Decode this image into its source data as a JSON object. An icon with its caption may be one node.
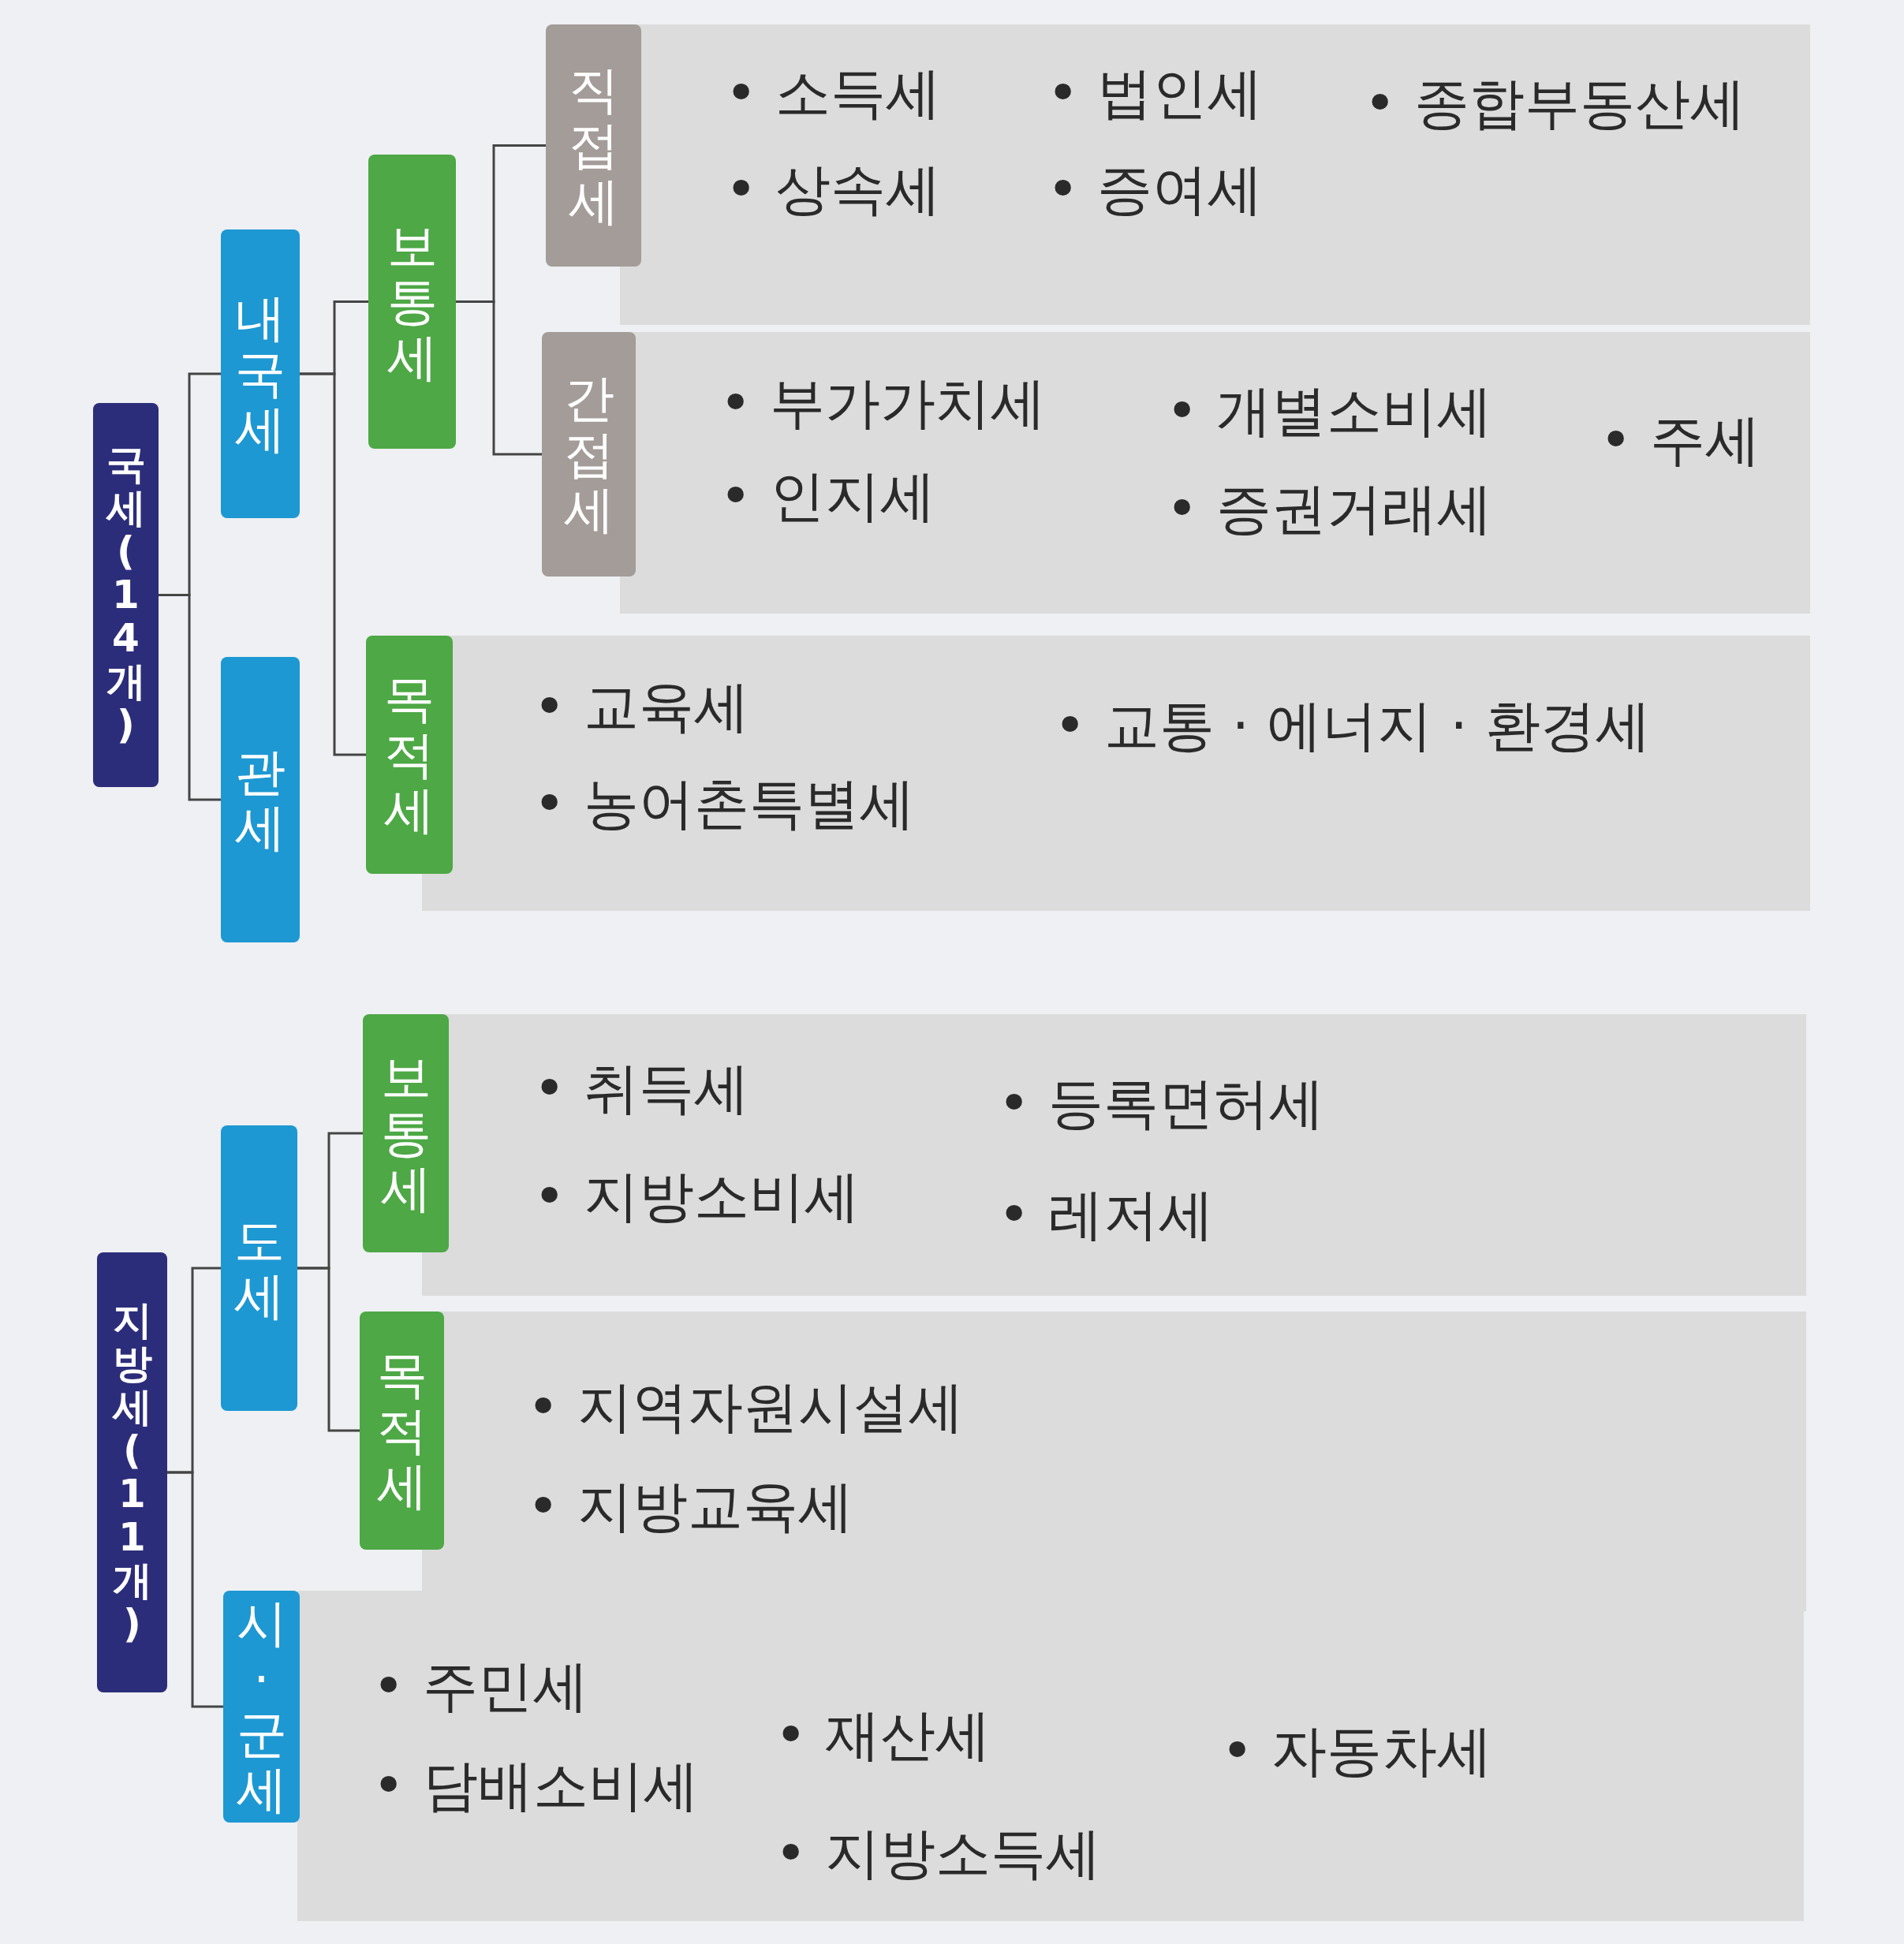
{
  "diagram": {
    "nodes": [
      {
        "text": [
          "국세(14개)"
        ]
      },
      {
        "text": [
          "내국세"
        ]
      },
      {
        "text": [
          "관세"
        ]
      },
      {
        "text": [
          "보통세"
        ]
      },
      {
        "text": [
          "직접세"
        ]
      },
      {
        "text": [
          "• 소득세",
          "• 법인세",
          "• 종합부동산세",
          "• 상속세",
          "• 증여세"
        ]
      },
      {
        "text": [
          "간접세"
        ]
      },
      {
        "text": [
          "• 부가가치세",
          "• 개별소비세",
          "• 주세",
          "• 인지세",
          "• 증권거래세"
        ]
      },
      {
        "text": [
          "목적세"
        ]
      },
      {
        "text": [
          "• 교육세",
          "• 교통 · 에너지 · 환경세",
          "• 농어촌특별세"
        ]
      },
      {
        "text": [
          "지방세(11개)"
        ]
      },
      {
        "text": [
          "도세"
        ]
      },
      {
        "text": [
          "보통세"
        ]
      },
      {
        "text": [
          "• 취득세",
          "• 등록면허세",
          "• 지방소비세",
          "• 레저세"
        ]
      },
      {
        "text": [
          "목적세"
        ]
      },
      {
        "text": [
          "• 지역자원시설세",
          "• 지방교육세"
        ]
      },
      {
        "text": [
          "시·군세"
        ]
      },
      {
        "text": [
          "• 주민세",
          "• 재산세",
          "• 자동차세",
          "• 담배소비세",
          "• 지방소득세"
        ]
      }
    ],
    "edges": [
      {
        "from": 0,
        "to": 1,
        "arrow": "none"
      },
      {
        "from": 0,
        "to": 2,
        "arrow": "none"
      },
      {
        "from": 1,
        "to": 3,
        "arrow": "none"
      },
      {
        "from": 1,
        "to": 8,
        "arrow": "none"
      },
      {
        "from": 3,
        "to": 4,
        "arrow": "none"
      },
      {
        "from": 3,
        "to": 6,
        "arrow": "none"
      },
      {
        "from": 10,
        "to": 11,
        "arrow": "none"
      },
      {
        "from": 10,
        "to": 16,
        "arrow": "none"
      },
      {
        "from": 11,
        "to": 12,
        "arrow": "none"
      },
      {
        "from": 11,
        "to": 14,
        "arrow": "none"
      }
    ]
  }
}
